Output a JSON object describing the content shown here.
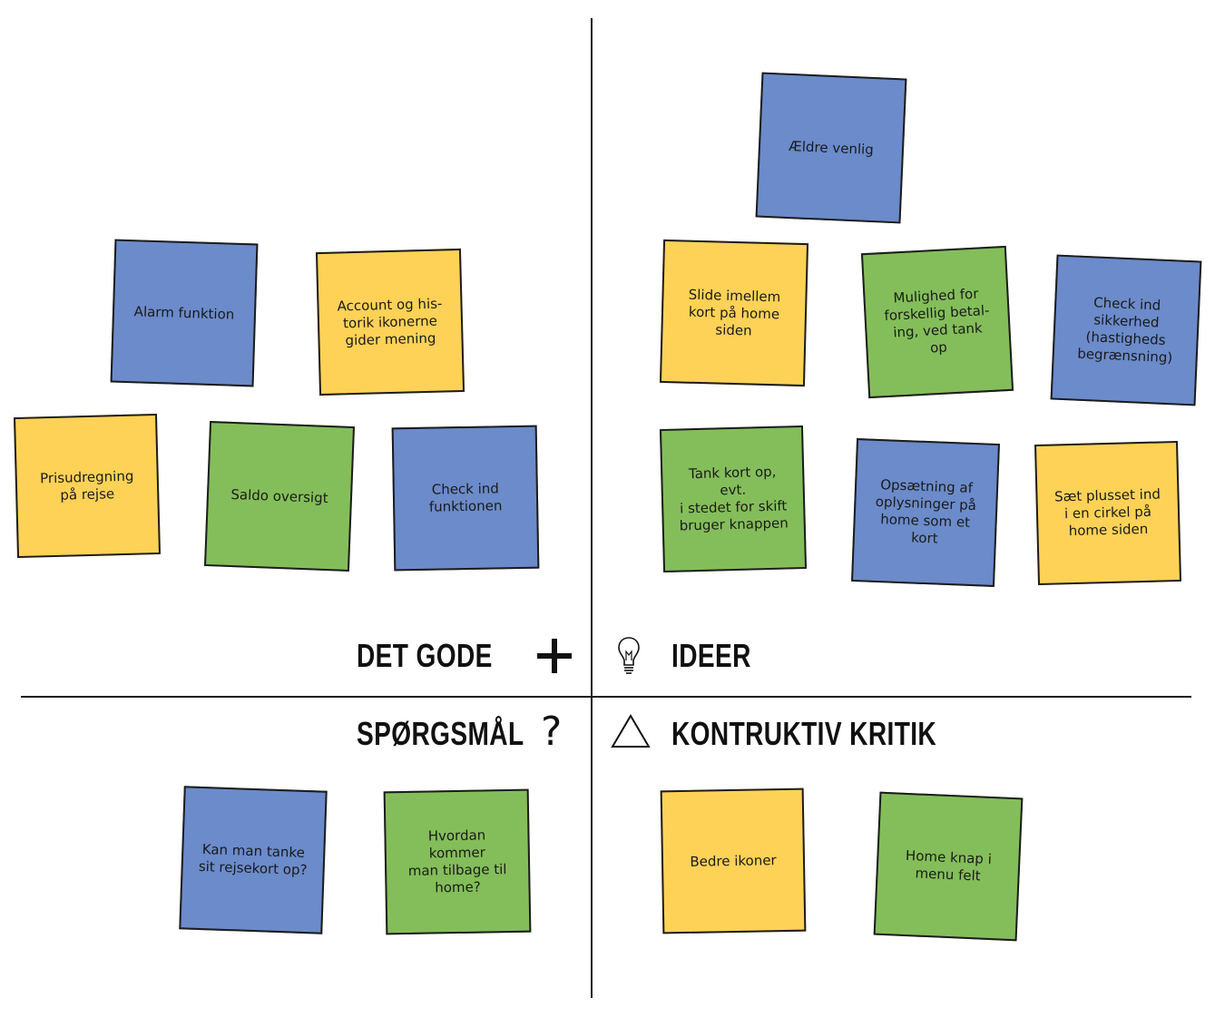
{
  "colors": {
    "blue": "#6b8bca",
    "yellow": "#fed256",
    "green": "#84be5a"
  },
  "quadrants": {
    "top_left": {
      "title": "DET GODE",
      "icon": "plus-icon"
    },
    "top_right": {
      "title": "IDEER",
      "icon": "lightbulb-icon"
    },
    "bottom_left": {
      "title": "SPØRGSMÅL",
      "icon": "question-icon"
    },
    "bottom_right": {
      "title": "KONTRUKTIV KRITIK",
      "icon": "triangle-icon"
    }
  },
  "notes": {
    "alarm": {
      "text": "Alarm funktion",
      "color": "blue"
    },
    "account": {
      "text": "Account og his-\ntorik ikonerne\ngider mening",
      "color": "yellow"
    },
    "prisudregning": {
      "text": "Prisudregning\npå rejse",
      "color": "yellow"
    },
    "saldo": {
      "text": "Saldo oversigt",
      "color": "green"
    },
    "checkind": {
      "text": "Check ind\nfunktionen",
      "color": "blue"
    },
    "aeldre": {
      "text": "Ældre venlig",
      "color": "blue"
    },
    "slide": {
      "text": "Slide imellem\nkort på home\nsiden",
      "color": "yellow"
    },
    "mulighed": {
      "text": "Mulighed for\nforskellig betal-\ning, ved tank\nop",
      "color": "green"
    },
    "sikkerhed": {
      "text": "Check ind\nsikkerhed\n(hastigheds\nbegrænsning)",
      "color": "blue"
    },
    "tankkort": {
      "text": "Tank kort op, evt.\ni stedet for skift\nbruger knappen",
      "color": "green"
    },
    "opsaetning": {
      "text": "Opsætning af\noplysninger på\nhome som et\nkort",
      "color": "blue"
    },
    "plusset": {
      "text": "Sæt plusset ind\ni en cirkel på\nhome siden",
      "color": "yellow"
    },
    "rejsekort": {
      "text": "Kan man tanke\nsit rejsekort op?",
      "color": "blue"
    },
    "tilbage": {
      "text": "Hvordan kommer\nman tilbage til\nhome?",
      "color": "green"
    },
    "ikoner": {
      "text": "Bedre ikoner",
      "color": "yellow"
    },
    "homeknap": {
      "text": "Home knap i\nmenu felt",
      "color": "green"
    }
  }
}
